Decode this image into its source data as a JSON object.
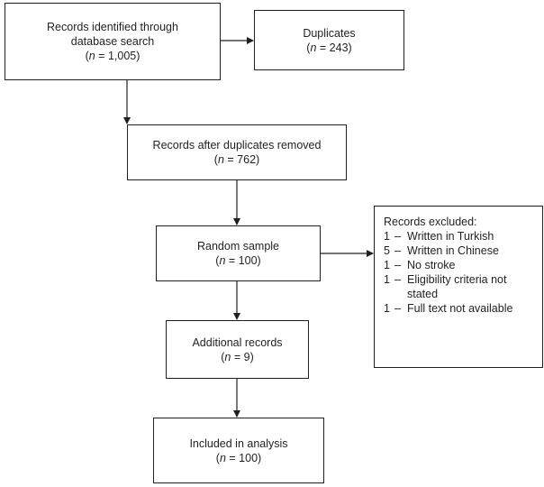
{
  "boxes": {
    "search": {
      "line1": "Records identified through",
      "line2": "database search",
      "n_label": "n",
      "n_value": " = 1,005)"
    },
    "duplicates": {
      "line1": "Duplicates",
      "n_label": "n",
      "n_value": " = 243)"
    },
    "after_removal": {
      "line1": "Records after duplicates removed",
      "n_label": "n",
      "n_value": " = 762)"
    },
    "sample": {
      "line1": "Random sample",
      "n_label": "n",
      "n_value": " = 100)"
    },
    "excluded": {
      "title": "Records excluded:",
      "items": [
        {
          "count": "1",
          "text": "Written in Turkish"
        },
        {
          "count": "5",
          "text": "Written in Chinese"
        },
        {
          "count": "1",
          "text": "No stroke"
        },
        {
          "count": "1",
          "text": "Eligibility criteria not stated"
        },
        {
          "count": "1",
          "text": "Full text not available"
        }
      ]
    },
    "additional": {
      "line1": "Additional records",
      "n_label": "n",
      "n_value": " = 9)"
    },
    "included": {
      "line1": "Included in analysis",
      "n_label": "n",
      "n_value": " = 100)"
    }
  },
  "symbols": {
    "open_paren": "(",
    "dash": "–"
  },
  "colors": {
    "line": "#231f20",
    "background": "#ffffff"
  }
}
